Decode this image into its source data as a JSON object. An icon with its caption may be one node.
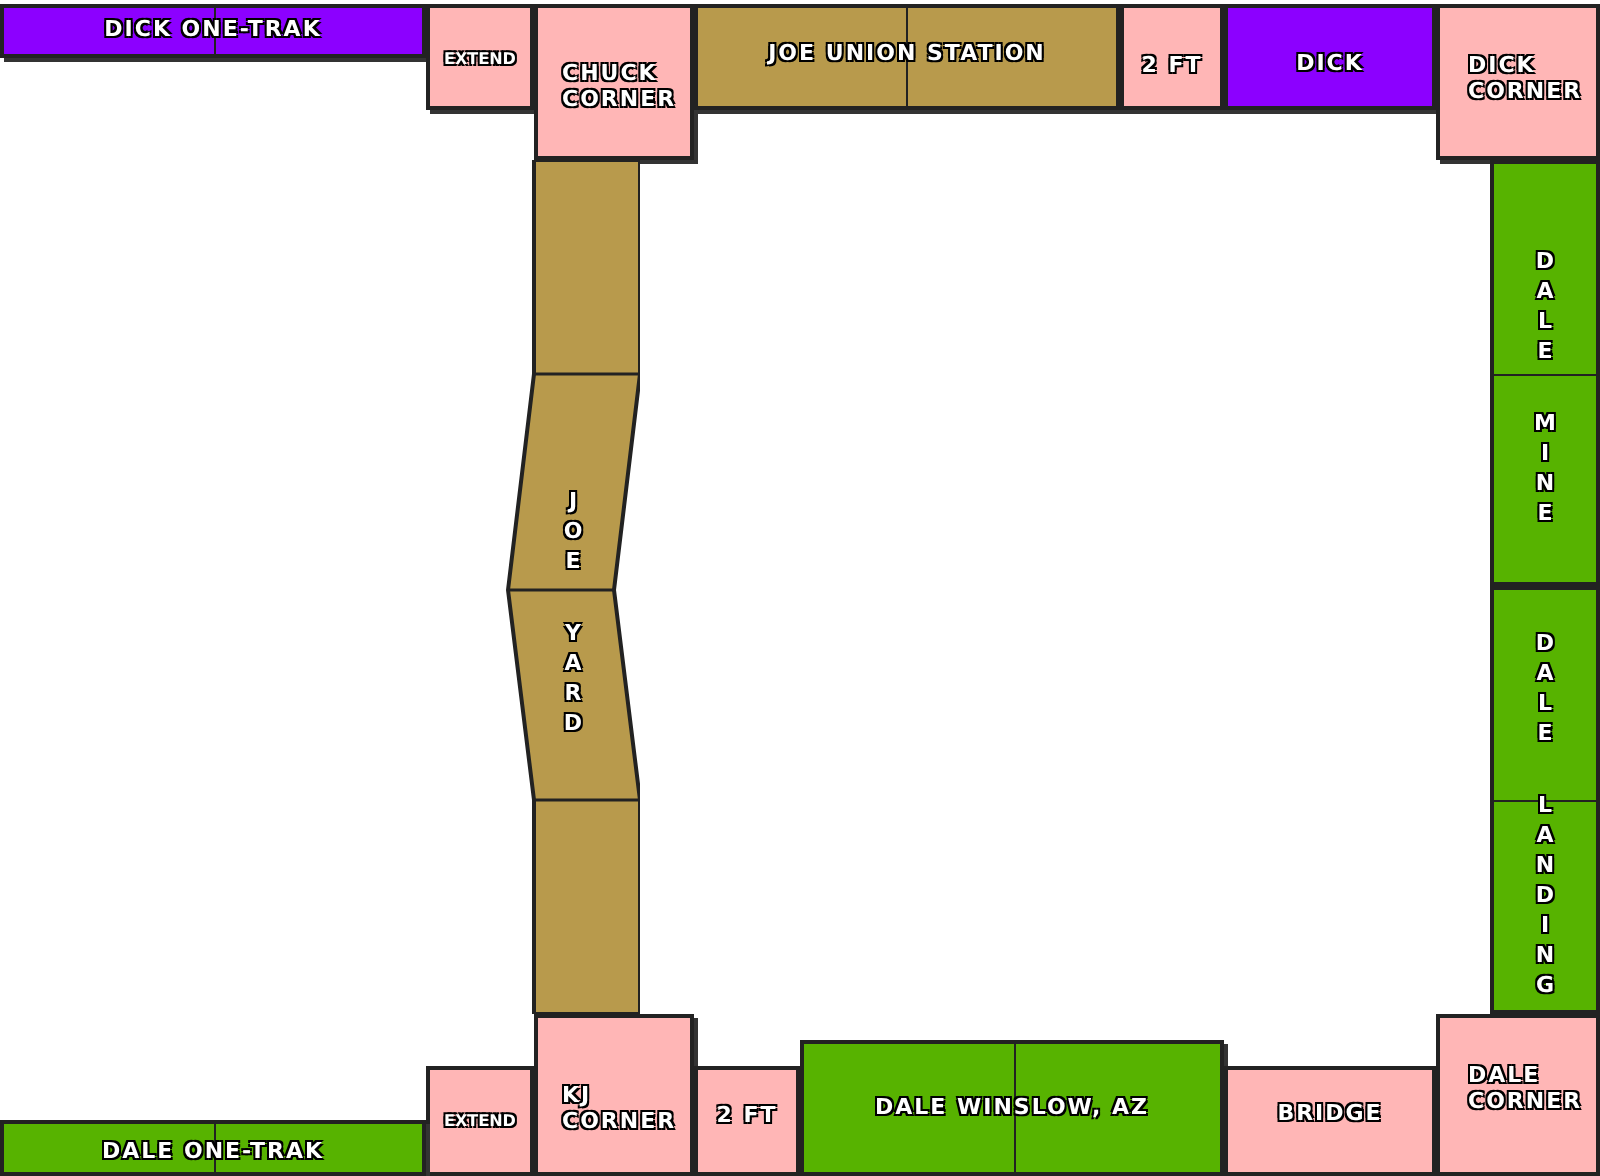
{
  "diagram": {
    "nodes": [
      {
        "text": [
          "DICK ONE-TRAK"
        ]
      },
      {
        "text": [
          "EXTEND"
        ]
      },
      {
        "text": [
          "CHUCK CORNER"
        ]
      },
      {
        "text": [
          "JOE UNION STATION"
        ]
      },
      {
        "text": [
          "2 FT"
        ]
      },
      {
        "text": [
          "DICK"
        ]
      },
      {
        "text": [
          "DICK CORNER"
        ]
      },
      {
        "text": [
          "DALE MINE"
        ]
      },
      {
        "text": [
          "DALE LANDING"
        ]
      },
      {
        "text": [
          "JOE YARD"
        ]
      },
      {
        "text": [
          "EXTEND"
        ]
      },
      {
        "text": [
          "KJ CORNER"
        ]
      },
      {
        "text": [
          "2 FT"
        ]
      },
      {
        "text": [
          "DALE WINSLOW, AZ"
        ]
      },
      {
        "text": [
          "BRIDGE"
        ]
      },
      {
        "text": [
          "DALE CORNER"
        ]
      },
      {
        "text": [
          "DALE ONE-TRAK"
        ]
      }
    ]
  }
}
